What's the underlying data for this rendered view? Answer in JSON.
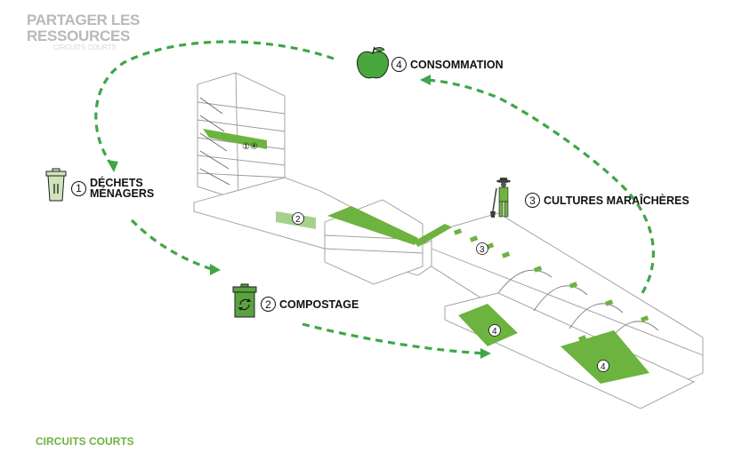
{
  "header": {
    "title_line1": "PARTAGER LES",
    "title_line2": "RESSOURCES",
    "subtitle": "CIRCUITS COURTS"
  },
  "footer": {
    "label": "CIRCUITS COURTS"
  },
  "steps": {
    "consommation": {
      "num": "4",
      "label": "CONSOMMATION",
      "icon": "apple-icon"
    },
    "dechets": {
      "num": "1",
      "label_line1": "DÉCHETS",
      "label_line2": "MÉNAGERS",
      "icon": "trash-bin-icon"
    },
    "cultures": {
      "num": "3",
      "label": "CULTURES MARAÎCHÈRES",
      "icon": "farmer-icon"
    },
    "compostage": {
      "num": "2",
      "label": "COMPOSTAGE",
      "icon": "compost-bin-icon"
    }
  },
  "building_markers": {
    "tower": "①④",
    "mid": "2",
    "greenhouse": "3",
    "lower_left": "4",
    "lower_right": "4"
  },
  "colors": {
    "accent_green": "#6db33f",
    "light_green": "#a8d08d",
    "title_grey": "#b9b9b9",
    "line_grey": "#9a9a9a"
  }
}
